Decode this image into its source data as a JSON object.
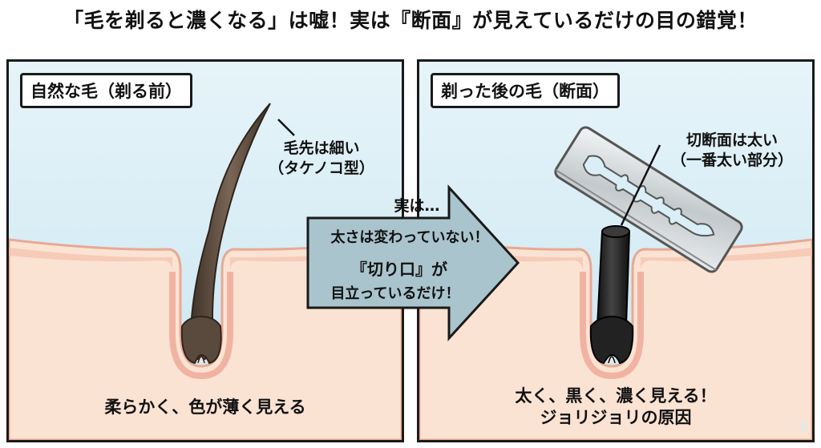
{
  "title": "「毛を剃ると濃くなる」は嘘！実は『断面』が見えているだけの目の錯覚！",
  "left_panel": {
    "label": "自然な毛（剃る前）",
    "tip_note_line1": "毛先は細い",
    "tip_note_line2": "（タケノコ型）",
    "caption": "柔らかく、色が薄く見える"
  },
  "right_panel": {
    "label": "剃った後の毛（断面）",
    "cut_note_line1": "切断面は太い",
    "cut_note_line2": "（一番太い部分）",
    "caption_line1": "太く、黒く、濃く見える！",
    "caption_line2": "ジョリジョリの原因"
  },
  "arrow": {
    "lead": "実は…",
    "line1": "太さは変わっていない！",
    "line2": "『切り口』が",
    "line3": "目立っているだけ！"
  },
  "colors": {
    "sky": "#d9eef6",
    "skin": "#fbe3d3",
    "skin_edge": "#f2b7a6",
    "hair_natural": "#5a4a3d",
    "hair_cut": "#222222",
    "arrow_fill": "#a9c4cc"
  },
  "icons": {
    "sparkle": "✦"
  }
}
